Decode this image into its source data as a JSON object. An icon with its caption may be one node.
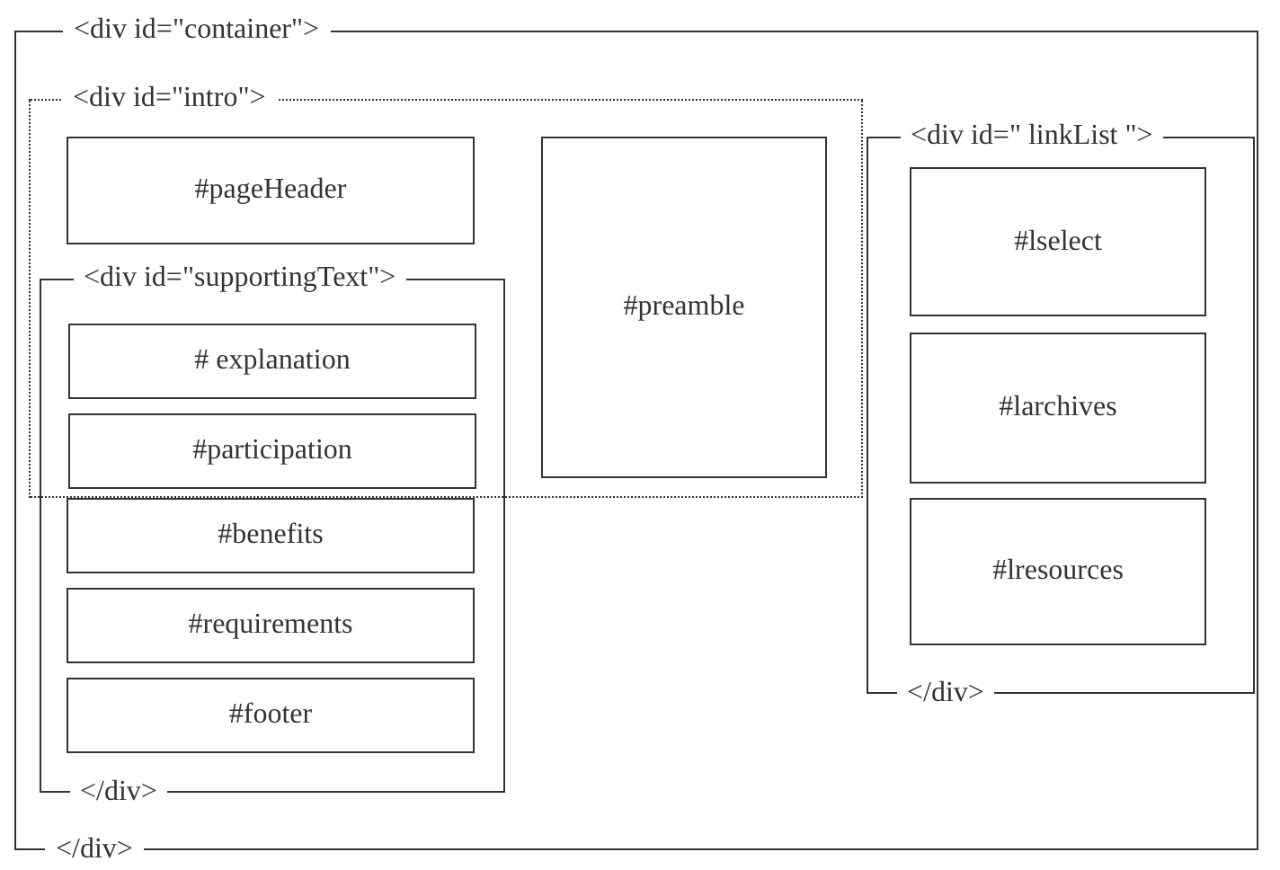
{
  "diagram": {
    "nodes": [
      {
        "text": [
          "<div id=\"container\">",
          "</div>"
        ]
      },
      {
        "text": [
          "<div id=\"intro\">"
        ],
        "in": 0
      },
      {
        "text": [
          "#pageHeader"
        ],
        "in": 1
      },
      {
        "text": [
          "<div id=\"supportingText\">",
          "</div>"
        ],
        "in": 0
      },
      {
        "text": [
          "# explanation"
        ]
      },
      {
        "text": [
          "#participation"
        ]
      },
      {
        "text": [
          "#benefits"
        ],
        "in": 3
      },
      {
        "text": [
          "#requirements"
        ],
        "in": 3
      },
      {
        "text": [
          "#footer"
        ],
        "in": 3
      },
      {
        "text": [
          "#preamble"
        ],
        "in": 1
      },
      {
        "text": [
          "<div id=\" linkList \">",
          "</div>"
        ],
        "in": 0
      },
      {
        "text": [
          "#lselect"
        ],
        "in": 10
      },
      {
        "text": [
          "#larchives"
        ],
        "in": 10
      },
      {
        "text": [
          "#lresources"
        ],
        "in": 10
      }
    ]
  }
}
